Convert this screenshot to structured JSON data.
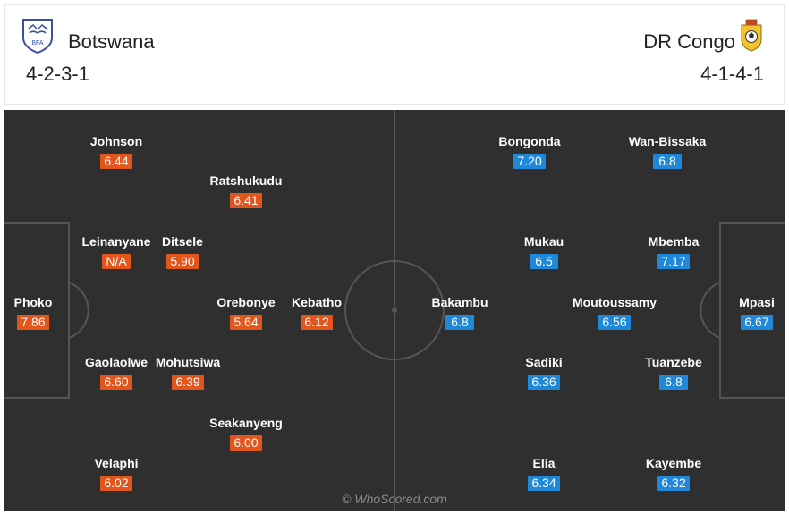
{
  "home": {
    "name": "Botswana",
    "formation": "4-2-3-1",
    "crest_text": "BFA",
    "accent": "#e2551b",
    "players": [
      {
        "name": "Johnson",
        "rating": "6.44"
      },
      {
        "name": "Ratshukudu",
        "rating": "6.41"
      },
      {
        "name": "Leinanyane",
        "rating": "N/A"
      },
      {
        "name": "Ditsele",
        "rating": "5.90"
      },
      {
        "name": "Phoko",
        "rating": "7.86"
      },
      {
        "name": "Orebonye",
        "rating": "5.64"
      },
      {
        "name": "Kebatho",
        "rating": "6.12"
      },
      {
        "name": "Gaolaolwe",
        "rating": "6.60"
      },
      {
        "name": "Mohutsiwa",
        "rating": "6.39"
      },
      {
        "name": "Seakanyeng",
        "rating": "6.00"
      },
      {
        "name": "Velaphi",
        "rating": "6.02"
      }
    ]
  },
  "away": {
    "name": "DR Congo",
    "formation": "4-1-4-1",
    "accent": "#1f88d9",
    "players": [
      {
        "name": "Bongonda",
        "rating": "7.20"
      },
      {
        "name": "Wan-Bissaka",
        "rating": "6.8"
      },
      {
        "name": "Mukau",
        "rating": "6.5"
      },
      {
        "name": "Mbemba",
        "rating": "7.17"
      },
      {
        "name": "Bakambu",
        "rating": "6.8"
      },
      {
        "name": "Moutoussamy",
        "rating": "6.56"
      },
      {
        "name": "Mpasi",
        "rating": "6.67"
      },
      {
        "name": "Sadiki",
        "rating": "6.36"
      },
      {
        "name": "Tuanzebe",
        "rating": "6.8"
      },
      {
        "name": "Elia",
        "rating": "6.34"
      },
      {
        "name": "Kayembe",
        "rating": "6.32"
      }
    ]
  },
  "pitch_color": "#2f2f2f",
  "watermark": "© WhoScored.com"
}
